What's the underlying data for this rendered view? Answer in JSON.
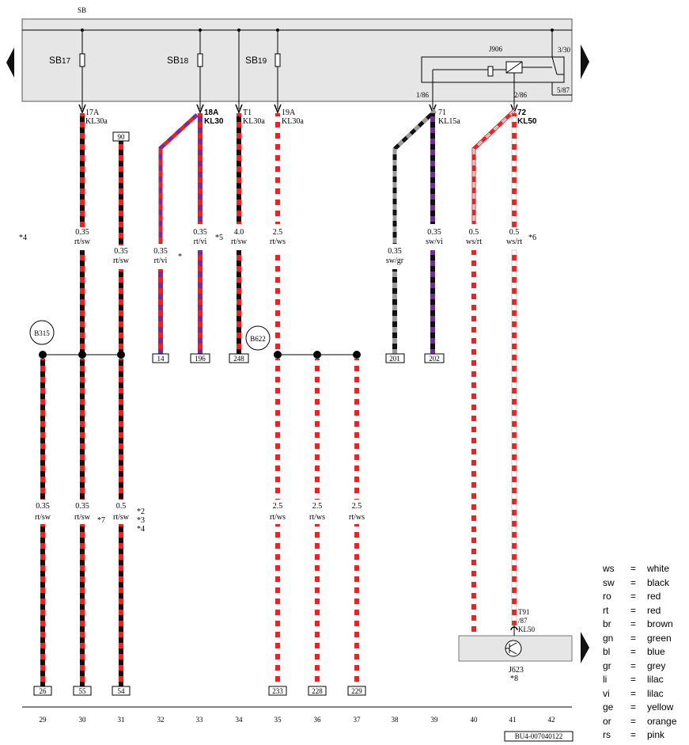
{
  "bus_label": "SB",
  "fuses": [
    {
      "id": "sb17",
      "name": "SB",
      "num": "17"
    },
    {
      "id": "sb18",
      "name": "SB",
      "num": "18"
    },
    {
      "id": "sb19",
      "name": "SB",
      "num": "19"
    }
  ],
  "relay": {
    "name": "J906",
    "pin_top": "3/30",
    "pin_right": "5/87",
    "pin_left": "1/86",
    "pin_bottom": "2/86"
  },
  "terminals": [
    {
      "id": "17a",
      "code": "17A",
      "kl": "KL30a"
    },
    {
      "id": "18a",
      "code": "18A",
      "kl": "KL30"
    },
    {
      "id": "t1",
      "code": "T1",
      "kl": "KL30a"
    },
    {
      "id": "19a",
      "code": "19A",
      "kl": "KL30a"
    },
    {
      "id": "71",
      "code": "71",
      "kl": "KL15a"
    },
    {
      "id": "72",
      "code": "72",
      "kl": "KL50"
    }
  ],
  "wires_upper": [
    {
      "id": "w30",
      "size": "0.35",
      "color": "rt/sw"
    },
    {
      "id": "w31",
      "size": "0.35",
      "color": "rt/sw"
    },
    {
      "id": "w32",
      "size": "0.35",
      "color": "rt/vi"
    },
    {
      "id": "w33",
      "size": "0.35",
      "color": "rt/vi"
    },
    {
      "id": "w34",
      "size": "4.0",
      "color": "rt/sw"
    },
    {
      "id": "w35",
      "size": "2.5",
      "color": "rt/ws"
    },
    {
      "id": "w38",
      "size": "0.35",
      "color": "sw/gr"
    },
    {
      "id": "w39",
      "size": "0.35",
      "color": "sw/vi"
    },
    {
      "id": "w40",
      "size": "0.5",
      "color": "ws/rt"
    },
    {
      "id": "w41",
      "size": "0.5",
      "color": "ws/rt"
    }
  ],
  "wires_lower": [
    {
      "id": "l29",
      "size": "0.35",
      "color": "rt/sw"
    },
    {
      "id": "l30",
      "size": "0.35",
      "color": "rt/sw"
    },
    {
      "id": "l31",
      "size": "0.5",
      "color": "rt/sw"
    },
    {
      "id": "l35",
      "size": "2.5",
      "color": "rt/ws"
    },
    {
      "id": "l36",
      "size": "2.5",
      "color": "rt/ws"
    },
    {
      "id": "l37",
      "size": "2.5",
      "color": "rt/ws"
    }
  ],
  "boxes_upper": [
    "90",
    "14",
    "196",
    "248",
    "201",
    "202"
  ],
  "boxes_lower": [
    "26",
    "55",
    "54",
    "233",
    "228",
    "229"
  ],
  "splices": [
    "B315",
    "B622"
  ],
  "notes": {
    "n4": "*4",
    "n5": "*5",
    "n_star": "*",
    "n6": "*6",
    "n7": "*7",
    "n234": [
      "*2",
      "*3",
      "*4"
    ],
    "n8": "*8"
  },
  "component": {
    "name": "J623",
    "conn": [
      "T91",
      "/87",
      "KL50"
    ]
  },
  "columns": [
    "29",
    "30",
    "31",
    "32",
    "33",
    "34",
    "35",
    "36",
    "37",
    "38",
    "39",
    "40",
    "41",
    "42"
  ],
  "legend": [
    {
      "code": "ws",
      "eq": "=",
      "name": "white"
    },
    {
      "code": "sw",
      "eq": "=",
      "name": "black"
    },
    {
      "code": "ro",
      "eq": "=",
      "name": "red"
    },
    {
      "code": "rt",
      "eq": "=",
      "name": "red"
    },
    {
      "code": "br",
      "eq": "=",
      "name": "brown"
    },
    {
      "code": "gn",
      "eq": "=",
      "name": "green"
    },
    {
      "code": "bl",
      "eq": "=",
      "name": "blue"
    },
    {
      "code": "gr",
      "eq": "=",
      "name": "grey"
    },
    {
      "code": "li",
      "eq": "=",
      "name": "lilac"
    },
    {
      "code": "vi",
      "eq": "=",
      "name": "lilac"
    },
    {
      "code": "ge",
      "eq": "=",
      "name": "yellow"
    },
    {
      "code": "or",
      "eq": "=",
      "name": "orange"
    },
    {
      "code": "rs",
      "eq": "=",
      "name": "pink"
    }
  ],
  "doc_id": "BU4-007040122",
  "colors": {
    "red": "#ee2222",
    "black": "#111111",
    "white": "#ffffff",
    "violet": "#7a2aa0",
    "grey": "#9a9a9a",
    "panel": "#e6e6e6"
  }
}
